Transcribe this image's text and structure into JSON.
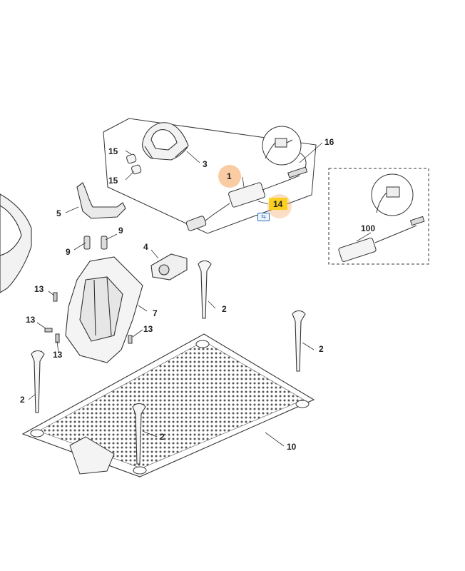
{
  "callouts": [
    {
      "key": "p15a",
      "text": "15"
    },
    {
      "key": "p15b",
      "text": "15"
    },
    {
      "key": "p3",
      "text": "3"
    },
    {
      "key": "p16",
      "text": "16"
    },
    {
      "key": "p1",
      "text": "1",
      "highlight": true
    },
    {
      "key": "p14",
      "text": "14",
      "highlight": true
    },
    {
      "key": "p5",
      "text": "5"
    },
    {
      "key": "p9a",
      "text": "9"
    },
    {
      "key": "p9b",
      "text": "9"
    },
    {
      "key": "p4",
      "text": "4"
    },
    {
      "key": "p100",
      "text": "100"
    },
    {
      "key": "p13a",
      "text": "13"
    },
    {
      "key": "p13b",
      "text": "13"
    },
    {
      "key": "p13c",
      "text": "13"
    },
    {
      "key": "p13d",
      "text": "13"
    },
    {
      "key": "p7",
      "text": "7"
    },
    {
      "key": "p2a",
      "text": "2"
    },
    {
      "key": "p2b",
      "text": "2"
    },
    {
      "key": "p2c",
      "text": "2"
    },
    {
      "key": "p2d",
      "text": "2"
    },
    {
      "key": "p10",
      "text": "10"
    }
  ],
  "highlight_colors": {
    "circle": "#f4a259",
    "box": "#ffe600"
  },
  "info_icon": {
    "name": "info-arrow-icon",
    "glyph": "⇆"
  }
}
